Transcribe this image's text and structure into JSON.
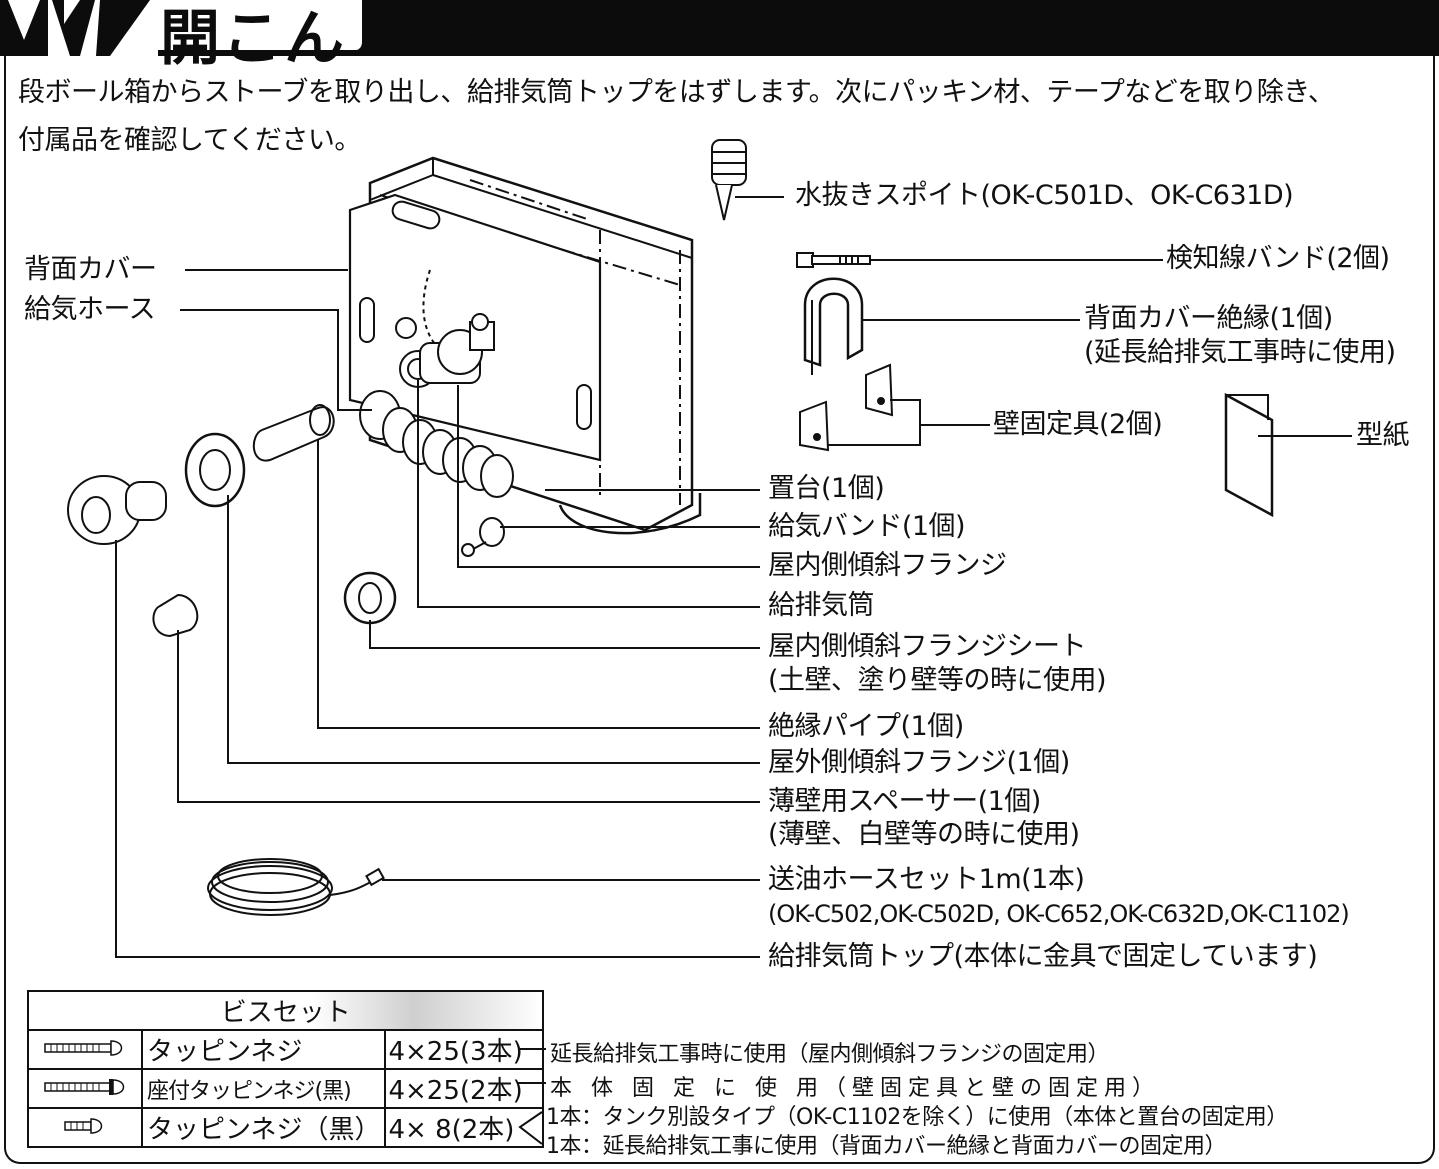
{
  "header": {
    "title": "開こん"
  },
  "intro": {
    "line1": "段ボール箱からストーブを取り出し、給排気筒トップをはずします。次にパッキン材、テープなどを取り除き、",
    "line2": "付属品を確認してください。"
  },
  "labels": {
    "back_cover": "背面カバー",
    "air_hose": "給気ホース",
    "drain_pipette": "水抜きスポイト(OK-C501D、OK-C631D)",
    "sensor_band": "検知線バンド(2個)",
    "cover_insulator": "背面カバー絶縁(1個)",
    "cover_insulator_note": "(延長給排気工事時に使用)",
    "wall_bracket": "壁固定具(2個)",
    "template": "型紙",
    "stand": "置台(1個)",
    "air_band": "給気バンド(1個)",
    "inner_flange": "屋内側傾斜フランジ",
    "flue_pipe": "給排気筒",
    "flange_sheet": "屋内側傾斜フランジシート",
    "flange_sheet_note": "(土壁、塗り壁等の時に使用)",
    "insulating_pipe": "絶縁パイプ(1個)",
    "outer_flange": "屋外側傾斜フランジ(1個)",
    "spacer": "薄壁用スペーサー(1個)",
    "spacer_note": "(薄壁、白壁等の時に使用)",
    "oil_hose": "送油ホースセット1m(1本)",
    "oil_hose_models": "(OK-C502,OK-C502D, OK-C652,OK-C632D,OK-C1102)",
    "flue_top": "給排気筒トップ(本体に金具で固定しています)"
  },
  "screw_set": {
    "title": "ビスセット",
    "rows": [
      {
        "name": "タッピンネジ",
        "size": "4×25(3本)",
        "usage": "延長給排気工事時に使用（屋内側傾斜フランジの固定用）"
      },
      {
        "name": "座付タッピンネジ(黒)",
        "size": "4×25(2本)",
        "usage": "本 体 固 定 に 使 用（壁固定具と壁の固定用）"
      },
      {
        "name": "タッピンネジ（黒）",
        "size": "4× 8(2本)",
        "usage": "1本：タンク別設タイプ（OK-C1102を除く）に使用（本体と置台の固定用）",
        "usage2": "1本：延長給排気工事に使用（背面カバー絶縁と背面カバーの固定用）"
      }
    ]
  },
  "icons": [
    "emblem-icon",
    "screw-icon",
    "pipette-icon",
    "band-icon",
    "insulator-icon",
    "bracket-icon",
    "template-icon",
    "hose-icon"
  ]
}
